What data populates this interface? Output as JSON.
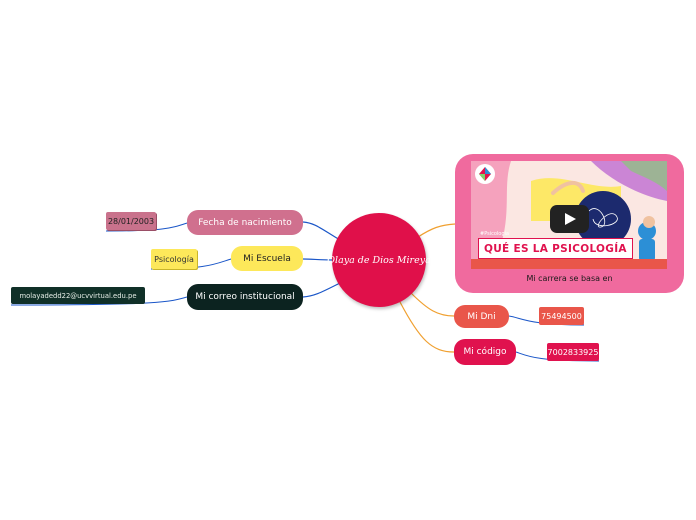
{
  "center": {
    "label": "Olaya de Dios Mireya"
  },
  "branches_left": [
    {
      "label": "Fecha de nacimiento",
      "value": "28/01/2003",
      "color": "#d0708e"
    },
    {
      "label": "Mi Escuela",
      "value": "Psicología",
      "color": "#fde85a"
    },
    {
      "label": "Mi correo institucional",
      "value": "molayadedd22@ucvvirtual.edu.pe",
      "color": "#0c2320"
    }
  ],
  "branches_right": [
    {
      "label": "Mi carrera se basa en",
      "color": "#f06a9e",
      "video": {
        "tag": "#Psicología",
        "title": "QUÉ ES LA PSICOLOGÍA"
      }
    },
    {
      "label": "Mi Dni",
      "value": "75494500",
      "color": "#e9564a"
    },
    {
      "label": "Mi código",
      "value": "7002833925",
      "color": "#e0124e"
    }
  ],
  "connector_colors": {
    "left": "#1a56c8",
    "right": "#f0a030"
  }
}
